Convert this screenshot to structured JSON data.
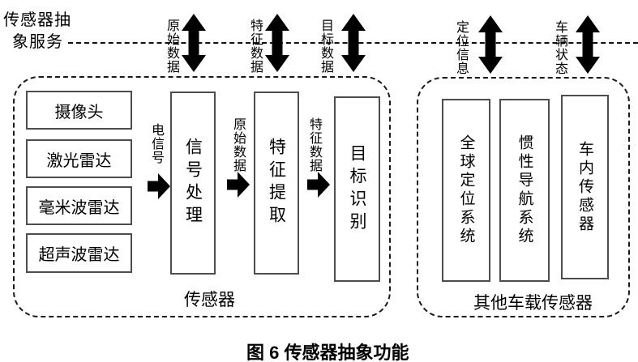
{
  "service": {
    "line1": "传感器抽",
    "line2": "象服务"
  },
  "bus_arrows": [
    {
      "label": "原始数据"
    },
    {
      "label": "特征数据"
    },
    {
      "label": "目标数据"
    },
    {
      "label": "定位信息"
    },
    {
      "label": "车辆状态"
    }
  ],
  "sensor_panel": {
    "group_label": "传感器",
    "sources": [
      {
        "label": "摄像头"
      },
      {
        "label": "激光雷达"
      },
      {
        "label": "毫米波雷达"
      },
      {
        "label": "超声波雷达"
      }
    ],
    "flow_labels": [
      {
        "label": "电信号"
      },
      {
        "label": "原始数据"
      },
      {
        "label": "特征数据"
      }
    ],
    "stages": [
      {
        "label": "信号处理"
      },
      {
        "label": "特征提取"
      },
      {
        "label": "目标识别"
      }
    ]
  },
  "other_panel": {
    "group_label": "其他车载传感器",
    "boxes": [
      {
        "label": "全球定位系统"
      },
      {
        "label": "惯性导航系统"
      },
      {
        "label": "车内传感器"
      }
    ]
  },
  "caption": {
    "text": "图 6 传感器抽象功能"
  },
  "colors": {
    "ink": "#000000",
    "box_border": "#4d4d4d",
    "background": "#ffffff"
  }
}
